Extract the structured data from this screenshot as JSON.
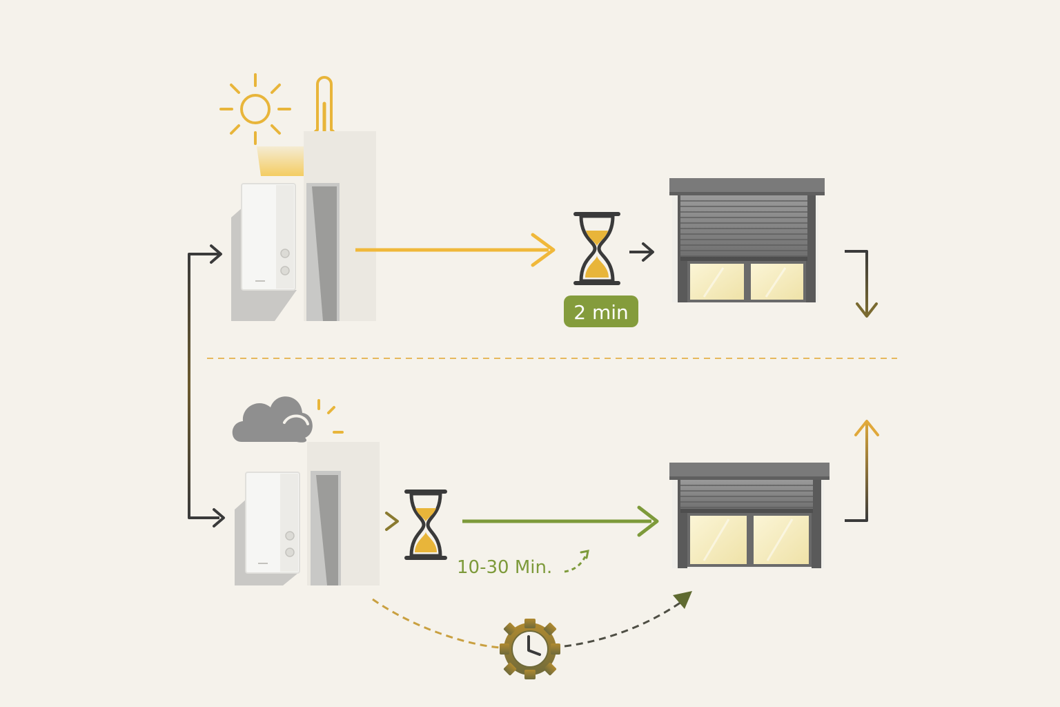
{
  "colors": {
    "background": "#f5f2eb",
    "sun_yellow": "#e8b53a",
    "arrow_yellow": "#f0b83a",
    "green": "#7d9a3a",
    "badge_green": "#849c3c",
    "dark": "#3a3a3a",
    "olive_brown": "#7a6a30",
    "cloud_gray": "#8f8f8f",
    "shutter_gray": "#7d7d7d",
    "window_glow": "#f6efc8",
    "divider": "#e6b85c"
  },
  "icons": {
    "sun": "sun-icon",
    "thermometer": "thermometer-icon",
    "cloud_sun": "cloud-sun-icon",
    "hourglass": "hourglass-icon",
    "clock_gear": "clock-gear-icon",
    "sensor": "sensor-device",
    "shutter_window": "roller-shutter-window"
  },
  "top_flow": {
    "delay_label": "2 min",
    "shutter_direction": "down"
  },
  "bottom_flow": {
    "delay_label": "10-30 Min.",
    "shutter_direction": "up"
  }
}
